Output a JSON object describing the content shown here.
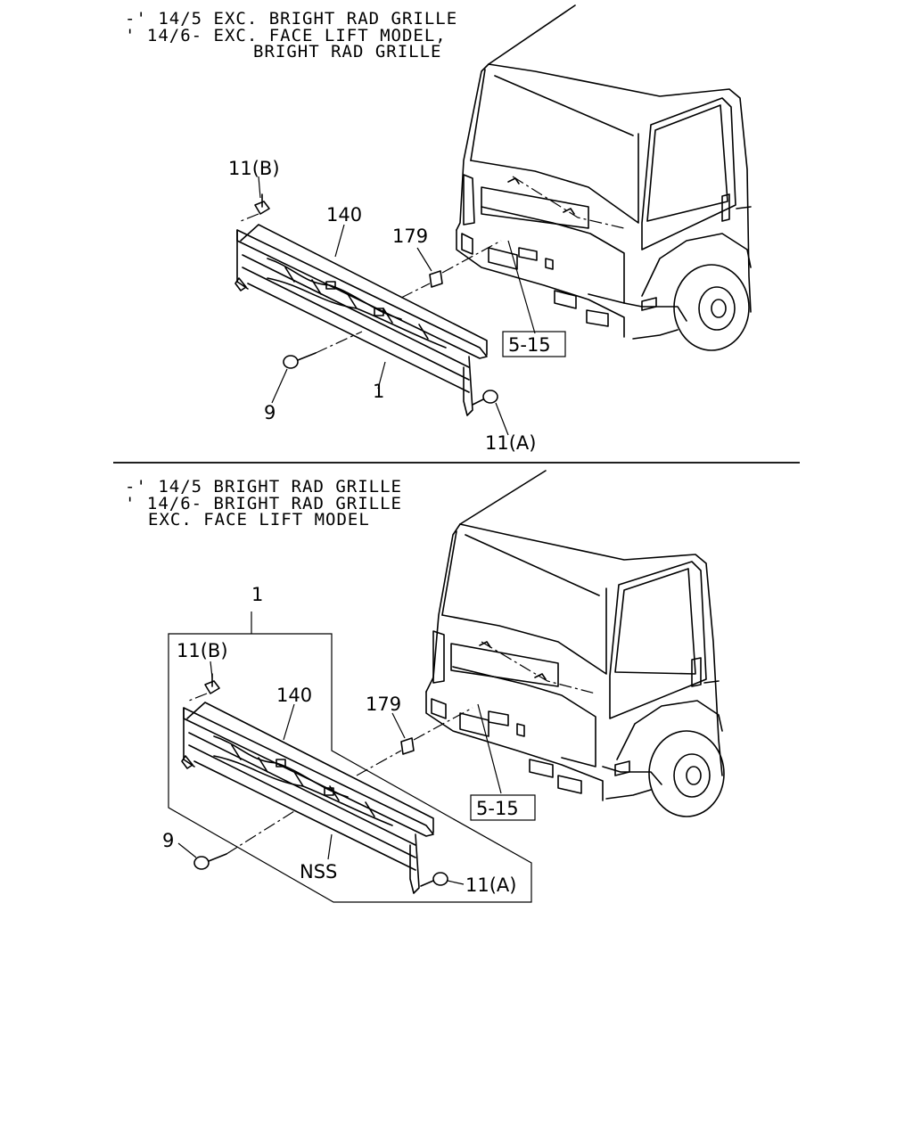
{
  "top_panel": {
    "notes": [
      "-' 14/5 EXC. BRIGHT RAD GRILLE",
      "' 14/6- EXC. FACE LIFT MODEL,",
      "BRIGHT RAD GRILLE"
    ],
    "callouts": {
      "c11b": "11(B)",
      "c140": "140",
      "c179": "179",
      "c515": "5-15",
      "c9": "9",
      "c1": "1",
      "c11a": "11(A)"
    }
  },
  "bottom_panel": {
    "notes": [
      "-' 14/5 BRIGHT RAD GRILLE",
      "' 14/6- BRIGHT RAD GRILLE",
      "EXC. FACE LIFT MODEL"
    ],
    "callouts": {
      "c1": "1",
      "c11b": "11(B)",
      "c140": "140",
      "c179": "179",
      "c515": "5-15",
      "c9": "9",
      "cnss": "NSS",
      "c11a": "11(A)"
    }
  }
}
